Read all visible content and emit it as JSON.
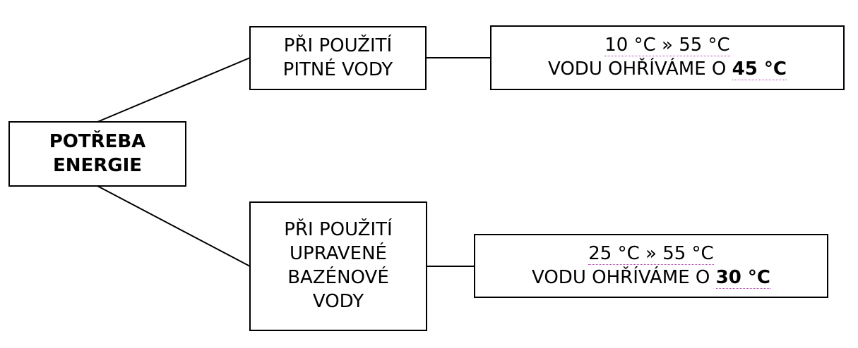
{
  "root": {
    "line1": "POTŘEBA",
    "line2": "ENERGIE"
  },
  "branches": [
    {
      "condition_lines": [
        "PŘI POUŽITÍ",
        "PITNÉ VODY"
      ],
      "range": "10 °C » 55 °C",
      "result_prefix": "VODU OHŘÍVÁME O",
      "result_value": "45 °C"
    },
    {
      "condition_lines": [
        "PŘI POUŽITÍ",
        "UPRAVENÉ",
        "BAZÉNOVÉ",
        "VODY"
      ],
      "range": "25 °C » 55 °C",
      "result_prefix": "VODU OHŘÍVÁME O",
      "result_value": "30 °C"
    }
  ]
}
